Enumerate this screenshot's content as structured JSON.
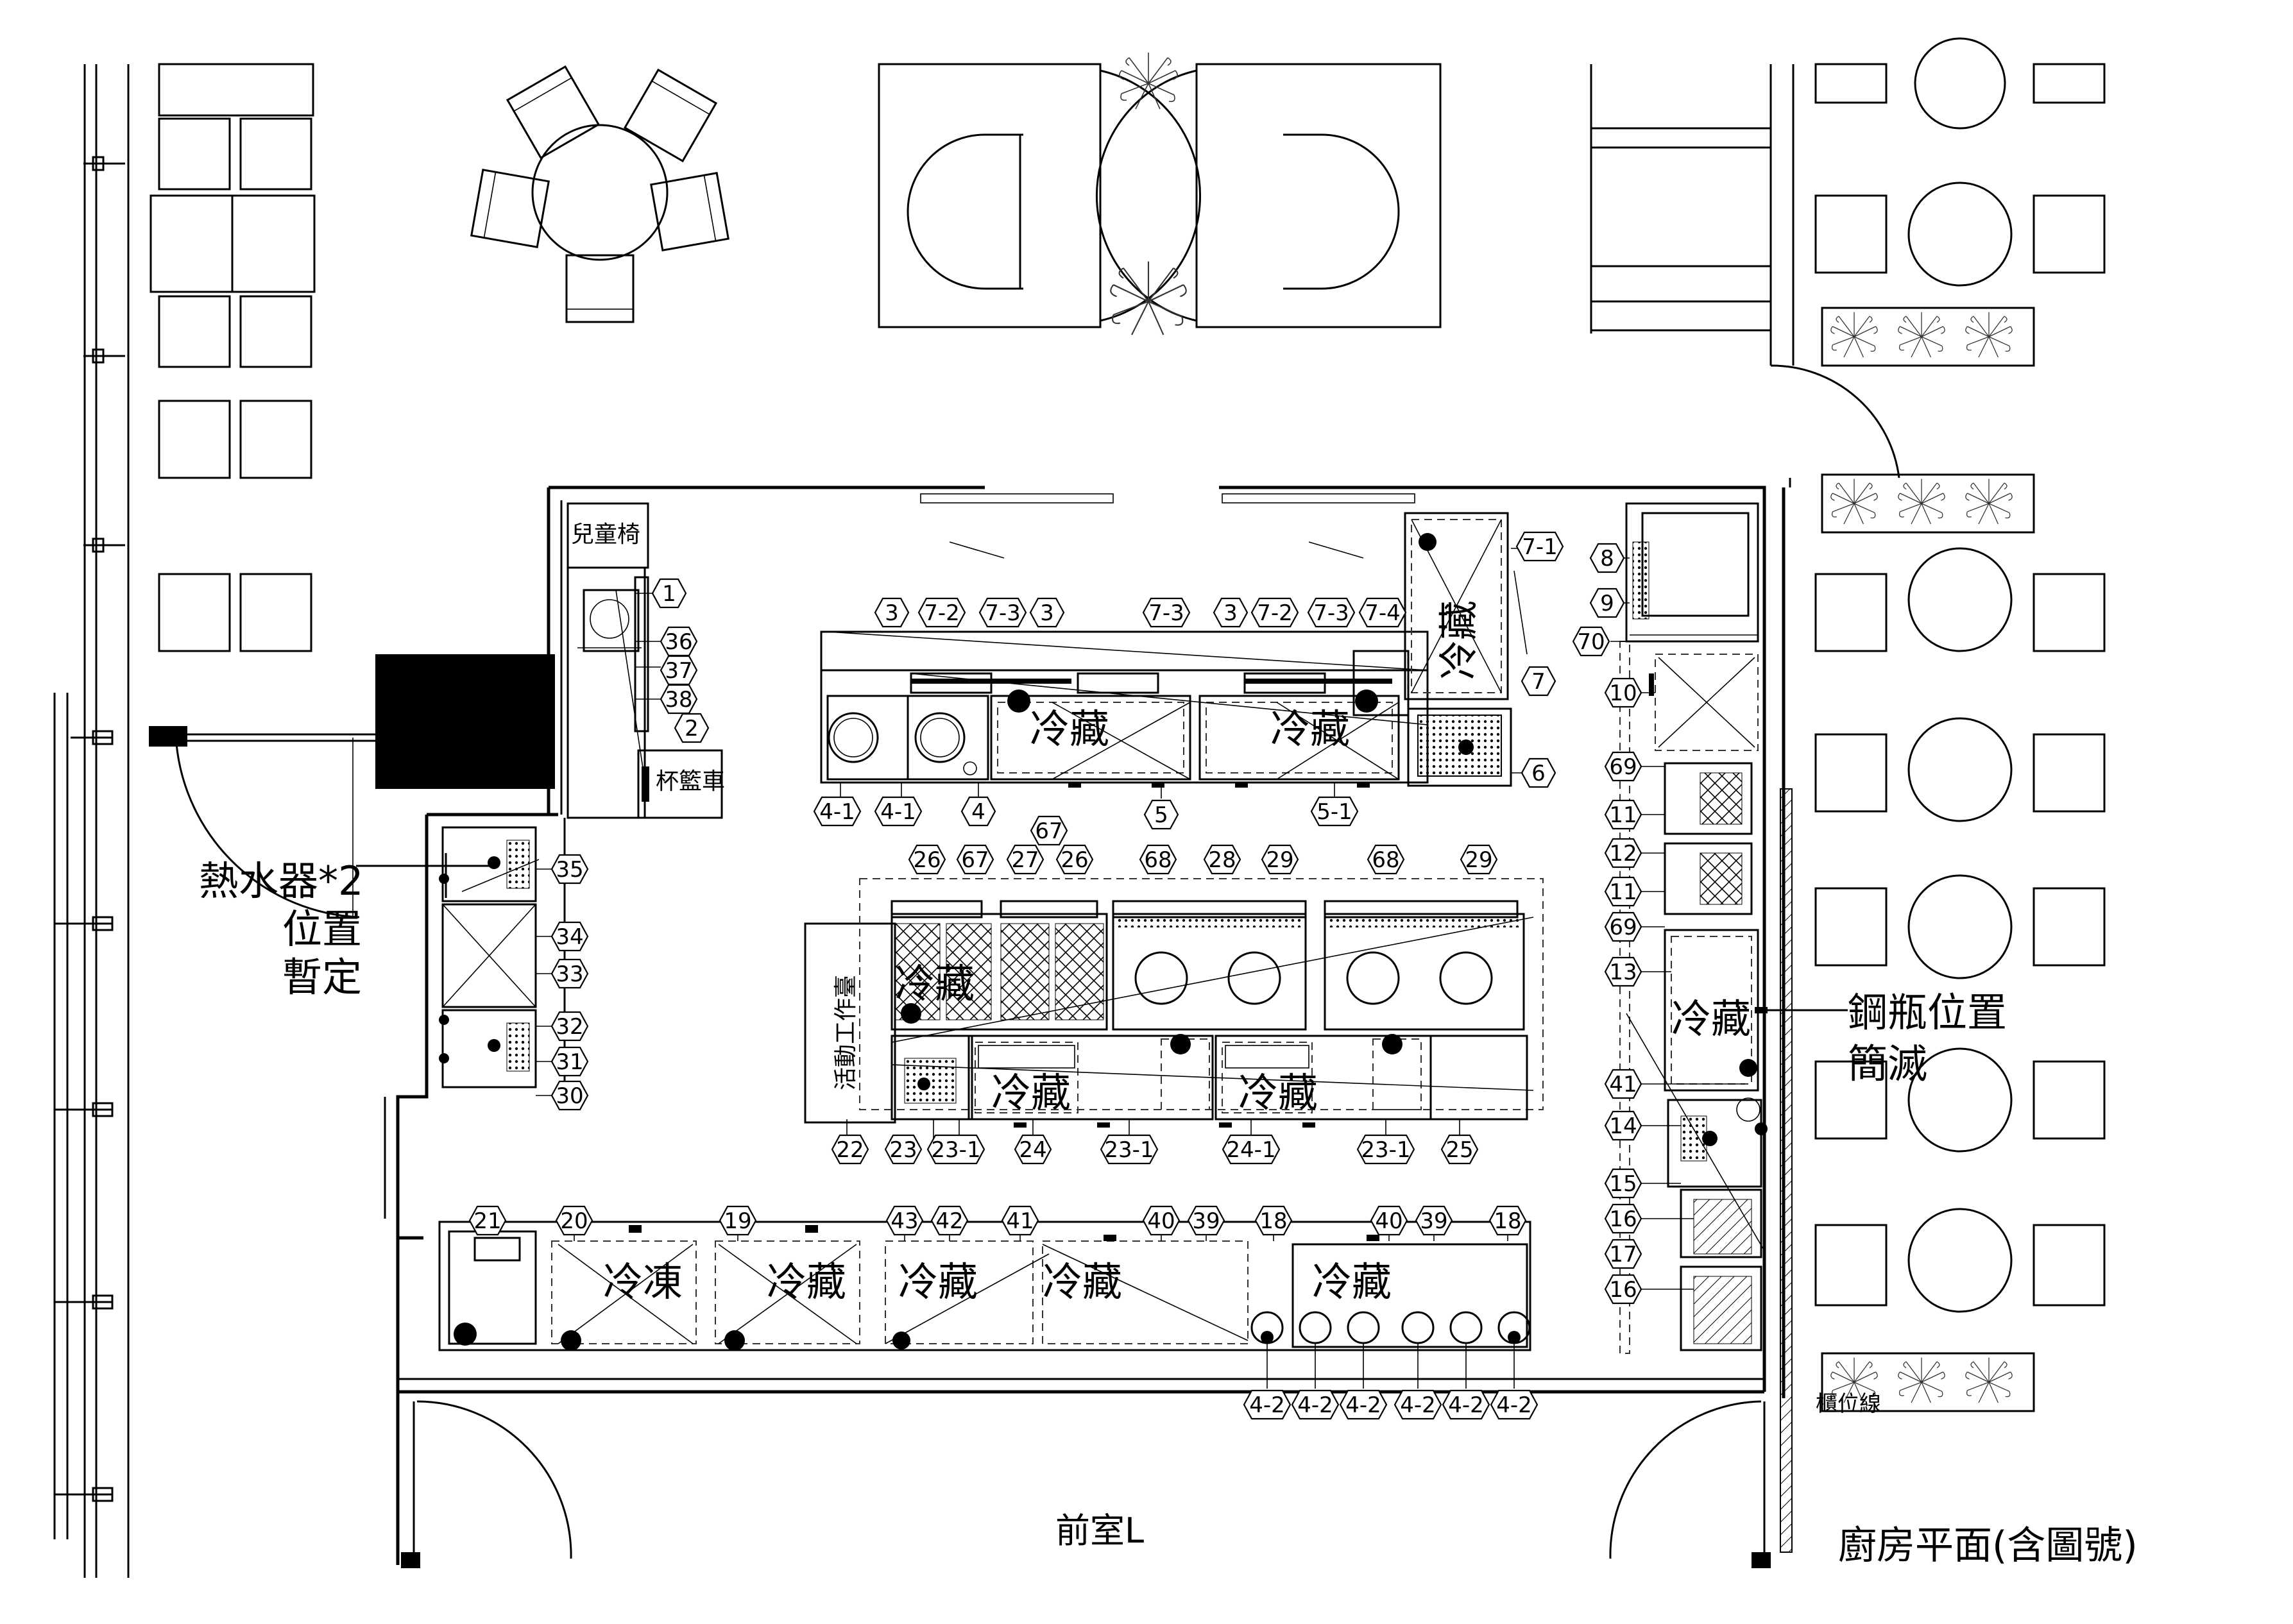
{
  "title": "廚房平面(含圖號)",
  "labels": {
    "front_room": "前室L",
    "counter_line": "櫃位線",
    "child_chair": "兒童椅",
    "cup_cart": "杯籃車",
    "heater_line1": "熱水器*2",
    "heater_line2": "位置",
    "heater_line3": "暫定",
    "cylinder_line1": "鋼瓶位置",
    "cylinder_line2": "簡滅",
    "mobile_workbench": "活動工作臺"
  },
  "fridge_labels": {
    "refrigerated": "冷藏",
    "frozen": "冷凍"
  },
  "equipment_numbers": {
    "left_column": [
      "1",
      "36",
      "37",
      "38",
      "2",
      "35",
      "34",
      "33",
      "32",
      "31",
      "30"
    ],
    "top_row": [
      "3",
      "7-2",
      "7-3",
      "3",
      "7-3",
      "3",
      "7-2",
      "7-3",
      "7-4",
      "7-1",
      "7",
      "6"
    ],
    "top_bottom": [
      "4-1",
      "4-1",
      "4",
      "5",
      "5-1"
    ],
    "island_top": [
      "26",
      "67",
      "67",
      "27",
      "26",
      "68",
      "28",
      "29",
      "68",
      "29"
    ],
    "island_bottom": [
      "22",
      "23",
      "23-1",
      "24",
      "23-1",
      "24-1",
      "23-1",
      "25"
    ],
    "bottom_row": [
      "21",
      "20",
      "19",
      "43",
      "42",
      "41",
      "40",
      "39",
      "18",
      "40",
      "39",
      "18"
    ],
    "bottom_sub": [
      "4-2",
      "4-2",
      "4-2",
      "4-2",
      "4-2",
      "4-2"
    ],
    "right_column": [
      "8",
      "9",
      "70",
      "10",
      "69",
      "11",
      "12",
      "11",
      "69",
      "13",
      "41",
      "14",
      "15",
      "16",
      "17",
      "16"
    ]
  }
}
